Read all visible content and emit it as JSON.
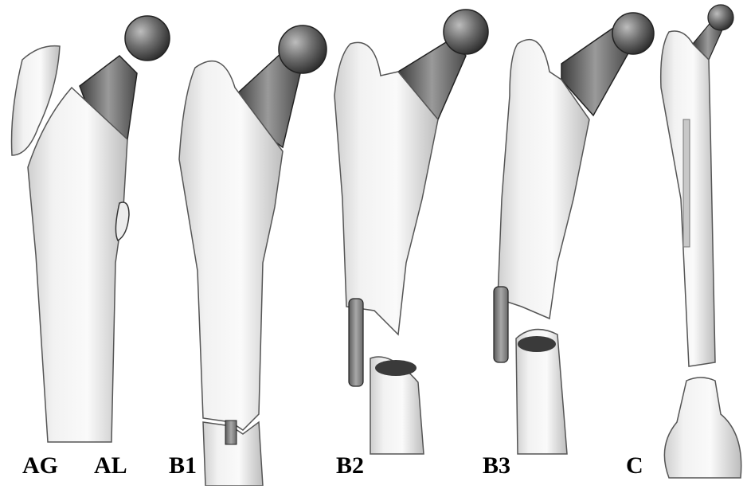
{
  "diagram": {
    "panels": [
      {
        "id": "AG",
        "label": "AG"
      },
      {
        "id": "AL",
        "label": "AL"
      },
      {
        "id": "B1",
        "label": "B1"
      },
      {
        "id": "B2",
        "label": "B2"
      },
      {
        "id": "B3",
        "label": "B3"
      },
      {
        "id": "C",
        "label": "C"
      }
    ]
  }
}
